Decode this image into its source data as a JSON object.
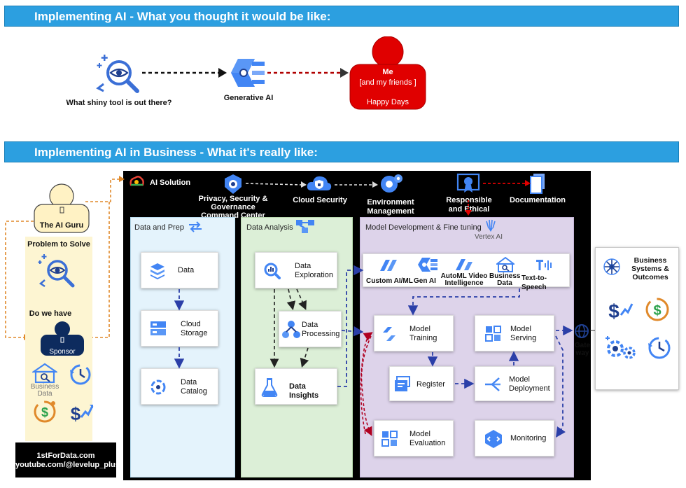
{
  "top": {
    "banner": "Implementing AI - What you thought it would be like:",
    "shiny_tool_label": "What shiny tool is out there?",
    "gen_ai_label": "Generative AI",
    "me_title": "Me",
    "me_sub": "[and my friends ]",
    "me_footer": "Happy Days"
  },
  "bottom": {
    "banner": "Implementing AI in Business - What it's really like:",
    "ai_solution_label": "AI Solution",
    "privacy_label_1": "Privacy, Security & Governance",
    "privacy_label_2": "Command Center",
    "cloud_security_label": "Cloud Security",
    "env_mgmt_label_1": "Environment",
    "env_mgmt_label_2": "Management",
    "responsible_label_1": "Responsible",
    "responsible_label_2": "and Ethical",
    "documentation_label": "Documentation"
  },
  "left": {
    "guru_label": "The AI Guru",
    "problem_label": "Problem to Solve",
    "do_we_have_label": "Do we have",
    "sponsor_label": "Sponsor",
    "business_data_label_1": "Business",
    "business_data_label_2": "Data",
    "credit_line_1": "1stForData.com",
    "credit_line_2": "youtube.com/@levelup_plus"
  },
  "data_prep": {
    "title": "Data and Prep",
    "data": "Data",
    "cloud_storage_1": "Cloud",
    "cloud_storage_2": "Storage",
    "data_catalog_1": "Data",
    "data_catalog_2": "Catalog"
  },
  "data_analysis": {
    "title": "Data Analysis",
    "exploration_1": "Data",
    "exploration_2": "Exploration",
    "processing_1": "Data",
    "processing_2": "Processing",
    "insights": "Data Insights"
  },
  "model_dev": {
    "title": "Model Development & Fine tuning",
    "vertex_label": "Vertex AI",
    "tools": {
      "custom_automl": "Custom AI/ML",
      "gen_ai": "Gen AI",
      "automl_video_1": "AutoML Video",
      "automl_video_2": "Intelligence",
      "business_data_1": "Business",
      "business_data_2": "Data",
      "tts": "Text-to-Speech"
    },
    "training_1": "Model",
    "training_2": "Training",
    "serving_1": "Model",
    "serving_2": "Serving",
    "register": "Register",
    "deployment_1": "Model",
    "deployment_2": "Deployment",
    "evaluation_1": "Model",
    "evaluation_2": "Evaluation",
    "monitoring": "Monitoring",
    "gateway_1": "Gate",
    "gateway_2": "way"
  },
  "outcomes": {
    "title_1": "Business",
    "title_2": "Systems &",
    "title_3": "Outcomes"
  },
  "colors": {
    "banner": "#2c9fe0",
    "gcp_blue": "#4285f4",
    "dark_blue": "#1f3f8f",
    "me_red": "#e00000",
    "data_prep_bg": "#e4f3fc",
    "data_analysis_bg": "#dcefd7",
    "model_dev_bg": "#ddd3ea",
    "guru_bg": "#fdf5d2"
  }
}
